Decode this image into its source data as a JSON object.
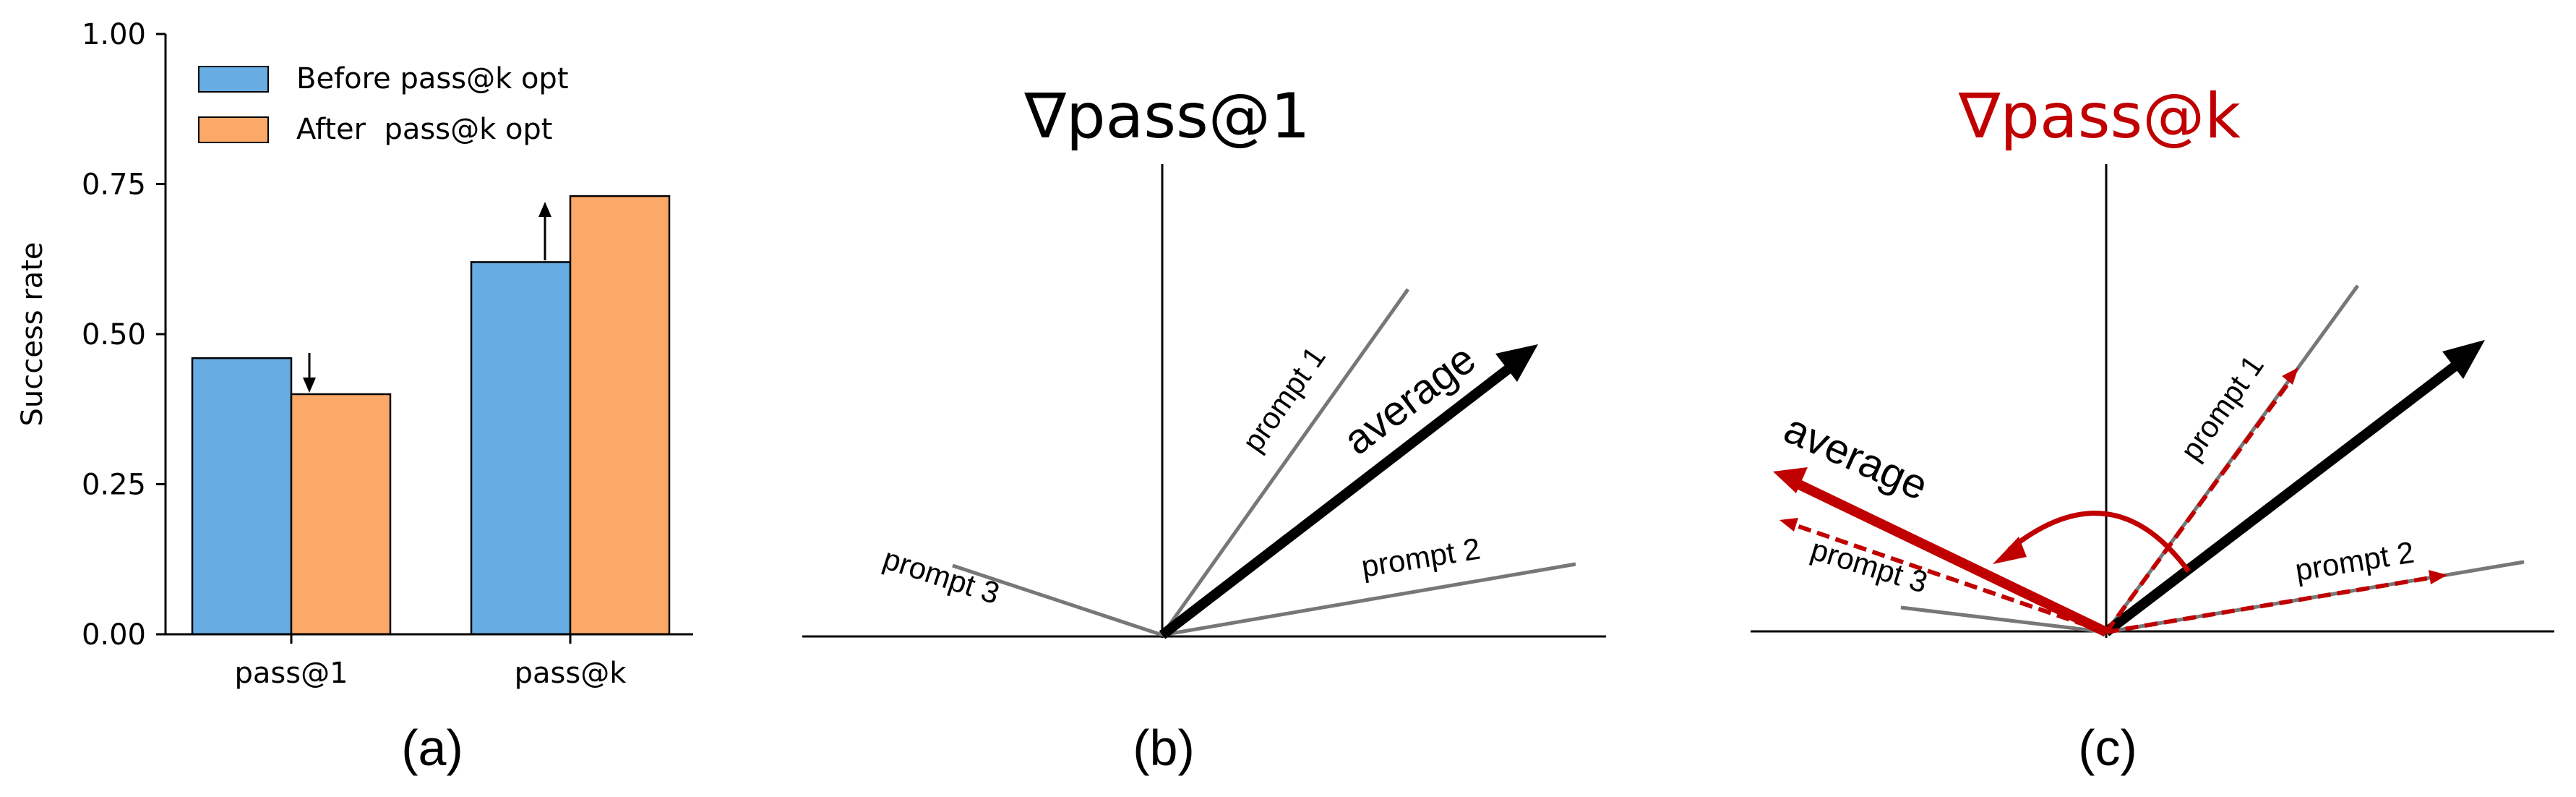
{
  "chart_data": [
    {
      "type": "bar",
      "panel_label": "(a)",
      "ylabel": "Success rate",
      "ylim": [
        0,
        1.0
      ],
      "yticks": [
        "0.00",
        "0.25",
        "0.50",
        "0.75",
        "1.00"
      ],
      "categories": [
        "pass@1",
        "pass@k"
      ],
      "series": [
        {
          "name": "Before pass@k opt",
          "color": "#67ade3",
          "values": [
            0.46,
            0.62
          ]
        },
        {
          "name": "After  pass@k opt",
          "color": "#fba869",
          "values": [
            0.4,
            0.73
          ]
        }
      ],
      "annotations": [
        "down arrow on pass@1",
        "up arrow on pass@k"
      ],
      "legend_position": "top-left",
      "grid": false
    },
    {
      "type": "vector-diagram",
      "panel_label": "(b)",
      "title": "∇pass@1",
      "vectors": [
        {
          "label": "prompt 1",
          "color": "#777777"
        },
        {
          "label": "prompt 2",
          "color": "#777777"
        },
        {
          "label": "prompt 3",
          "color": "#777777"
        },
        {
          "label": "average",
          "color": "#000000"
        }
      ]
    },
    {
      "type": "vector-diagram",
      "panel_label": "(c)",
      "title": "∇pass@k",
      "title_color": "#c00000",
      "vectors": [
        {
          "label": "prompt 1",
          "color": "#c00000",
          "style": "dashed"
        },
        {
          "label": "prompt 2",
          "color": "#c00000",
          "style": "dashed"
        },
        {
          "label": "prompt 3",
          "color": "#c00000",
          "style": "dashed"
        },
        {
          "label": "average",
          "color": "#c00000"
        }
      ]
    }
  ]
}
